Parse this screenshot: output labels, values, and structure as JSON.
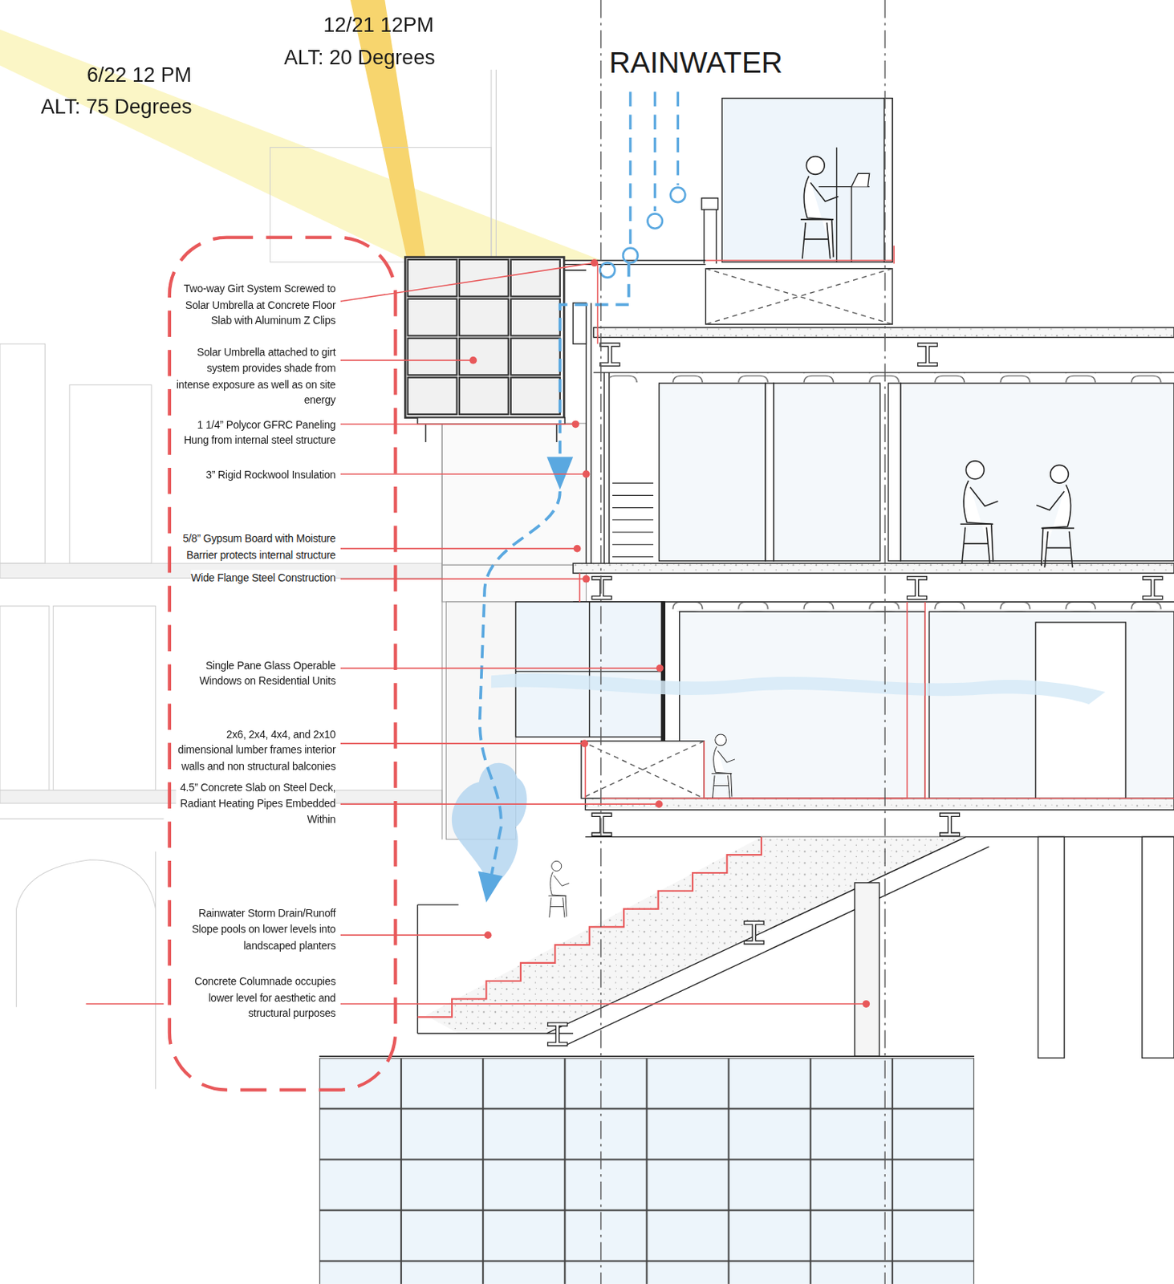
{
  "diagram": {
    "nodes": [
      {
        "text": [
          "Two-way Girt System Screwed to Solar Umbrella at Concrete Floor Slab with Aluminum Z Clips",
          "Solar Umbrella attached to girt system provides shade from intense exposure as well as on site energy",
          "1 1/4” Polycor GFRC Paneling Hung from internal steel structure",
          "3” Rigid Rockwool Insulation",
          "5/8” Gypsum Board with Moisture Barrier protects internal structure",
          "Wide Flange Steel Construction",
          "Single Pane Glass Operable Windows on Residential Units",
          "2x6, 2x4, 4x4, and 2x10 dimensional lumber frames interior walls and non structural balconies",
          "4.5” Concrete Slab on Steel Deck, Radiant Heating Pipes Embedded Within",
          "Rainwater Storm Drain/Runoff Slope pools on lower levels into landscaped planters",
          "Concrete Columnade occupies lower level for aesthetic and structural purposes"
        ]
      }
    ],
    "labels": [
      "12/21 12PM",
      "ALT: 20 Degrees",
      "6/22 12 PM",
      "ALT: 75 Degrees",
      "RAINWATER"
    ]
  }
}
